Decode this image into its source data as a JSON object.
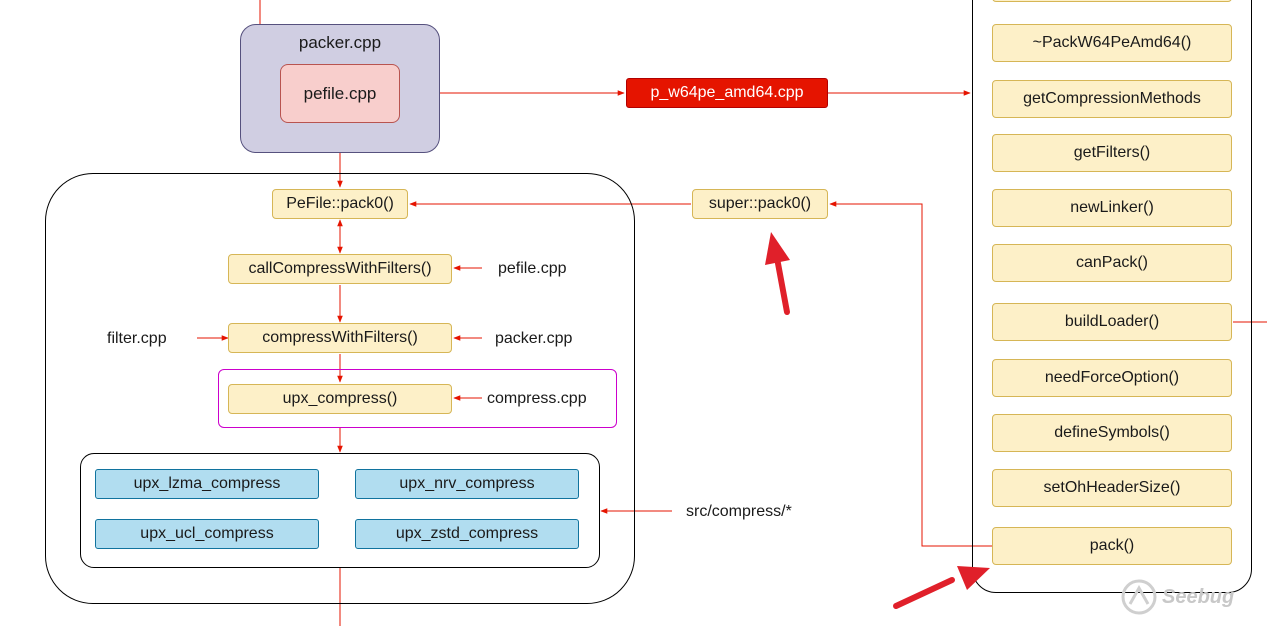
{
  "groups": {
    "packer_group_title": "packer.cpp"
  },
  "nodes": {
    "pefile": "pefile.cpp",
    "p_w64pe": "p_w64pe_amd64.cpp",
    "pefile_pack0": "PeFile::pack0()",
    "super_pack0": "super::pack0()",
    "call_compress": "callCompressWithFilters()",
    "compress_with_filters": "compressWithFilters()",
    "upx_compress": "upx_compress()",
    "lzma": "upx_lzma_compress",
    "nrv": "upx_nrv_compress",
    "ucl": "upx_ucl_compress",
    "zstd": "upx_zstd_compress"
  },
  "labels": {
    "pefile_src": "pefile.cpp",
    "filter_src": "filter.cpp",
    "packer_src": "packer.cpp",
    "compress_src": "compress.cpp",
    "src_compress": "src/compress/*"
  },
  "methods": [
    "~PackW64PeAmd64()",
    "getCompressionMethods",
    "getFilters()",
    "newLinker()",
    "canPack()",
    "buildLoader()",
    "needForceOption()",
    "defineSymbols()",
    "setOhHeaderSize()",
    "pack()"
  ],
  "watermark": "Seebug",
  "colors": {
    "edge": "#e51400",
    "arrow_highlight": "#e0202a",
    "purple_group": "#d0cee2",
    "magenta_border": "#cc00cc"
  }
}
